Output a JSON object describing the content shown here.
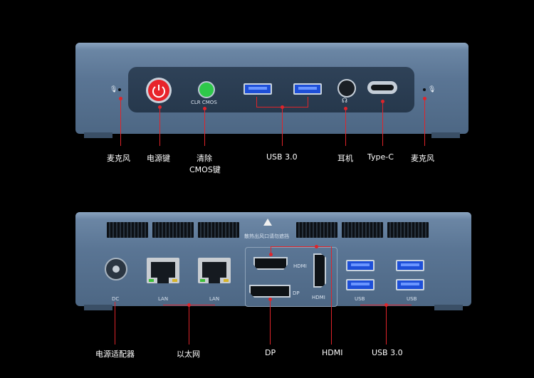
{
  "front": {
    "labels": {
      "mic_left": "麦克风",
      "power": "电源键",
      "clear_cmos_line1": "清除",
      "clear_cmos_line2": "CMOS键",
      "usb": "USB 3.0",
      "headphone": "耳机",
      "typec": "Type-C",
      "mic_right": "麦克风"
    },
    "port_text": {
      "clr_cmos": "CLR  CMOS"
    }
  },
  "back": {
    "warning": "散热出风口请勿遮挡",
    "port_text": {
      "dc": "DC",
      "lan1": "LAN",
      "lan2": "LAN",
      "hdmi_h": "HDMI",
      "hdmi_v": "HDMI",
      "dp": "DP",
      "usb1": "USB",
      "usb2": "USB"
    },
    "labels": {
      "power_adapter": "电源适配器",
      "ethernet": "以太网",
      "dp": "DP",
      "hdmi": "HDMI",
      "usb": "USB 3.0"
    }
  },
  "colors": {
    "accent_red": "#e0242a",
    "power_button": "#e8242b",
    "cmos_button": "#2ec84a",
    "usb_blue": "#1e4fd8"
  }
}
